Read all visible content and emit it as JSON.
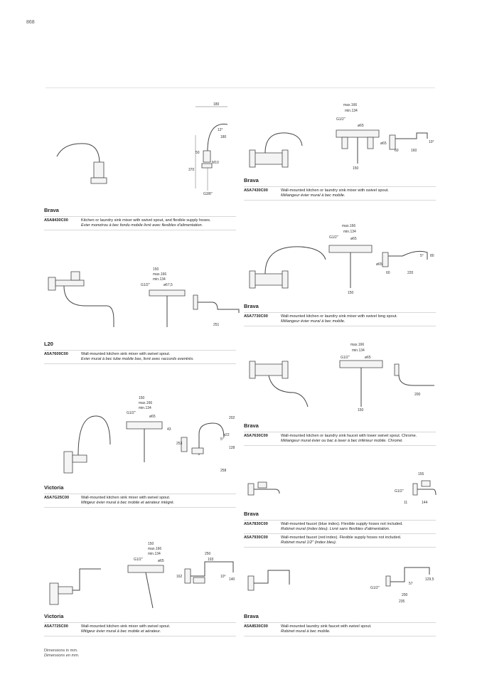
{
  "page_number": "868",
  "products": [
    {
      "series": "Brava",
      "items": [
        {
          "code": "A5A8430C00",
          "en": "Kitchen or laundry sink mixer with swivel spout, and flexible supply hoses.",
          "fr": "Evier monotrou à bec fondu mobile livré avec flexibles d'alimentation."
        }
      ],
      "dims": [
        "180",
        "12°",
        "180",
        "50",
        "M10",
        "370",
        "G3/8\""
      ]
    },
    {
      "series": "Brava",
      "items": [
        {
          "code": "A5A7430C00",
          "en": "Wall-mounted kitchen or laundry sink mixer with swivel spout.",
          "fr": "Mélangeur évier mural  à bec mobile."
        }
      ],
      "dims": [
        "max.166",
        "min.134",
        "G1/2\"",
        "ø65",
        "ø65",
        "60",
        "160",
        "10°",
        "150"
      ]
    },
    {
      "series": "L20",
      "items": [
        {
          "code": "A5A7609C00",
          "en": "Wall-mounted kitchen sink mixer with swivel spout.",
          "fr": "Evier mural à bec tube mobile bas, livré avec raccords exentrés."
        }
      ],
      "dims": [
        "150",
        "max.166",
        "min.134",
        "G1/2\"",
        "ø67,5",
        "251"
      ]
    },
    {
      "series": "Brava",
      "items": [
        {
          "code": "A5A7730C00",
          "en": "Wall-mounted kitchen or laundry sink mixer with swivel long spout.",
          "fr": "Mélangeur évier mural à bec mobile."
        }
      ],
      "dims": [
        "max.166",
        "min.134",
        "G1/2\"",
        "ø65",
        "5°",
        "80",
        "ø65",
        "60",
        "220",
        "150"
      ]
    },
    {
      "series": "Brava",
      "items": [
        {
          "code": "A5A7630C00",
          "en": "Wall-mounted kitchen or laundry sink faucet with lower swivel spout. Chrome.",
          "fr": "Mélangeur mural évier ou bac à laver à bec inférieur mobile. Chromé."
        }
      ],
      "dims": [
        "max.166",
        "min.134",
        "G1/2\"",
        "ø65",
        "200",
        "150"
      ]
    },
    {
      "series": "Victoria",
      "items": [
        {
          "code": "A5A7G25C00",
          "en": "Wall-mounted kitchen sink mixer with swivel spout.",
          "fr": "Mitigeur évier mural à bec mobile  et aérateur intégré."
        }
      ],
      "dims": [
        "150",
        "max.166",
        "min.134",
        "G1/2\"",
        "ø65",
        "43",
        "202",
        "ø22",
        "253",
        "5°",
        "128",
        "258"
      ]
    },
    {
      "series": "Brava",
      "items": [
        {
          "code": "A5A7830C00",
          "en": "Wall-mounted faucet (blue index). Flexible supply hoses not included.",
          "fr": "Robinet mural (index bleu). Livré sans flexibles d'alimentation."
        },
        {
          "code": "A5A7930C00",
          "en": "Wall-mounted faucet (red index). Flexible supply hoses not included.",
          "fr": "Robinet mural 1/2\" (index bleu)."
        }
      ],
      "dims": [
        "155",
        "G1/2\"",
        "11",
        "144"
      ]
    },
    {
      "series": "Victoria",
      "items": [
        {
          "code": "A5A7725C00",
          "en": "Wall-mounted kitchen sink mixer with swivel spout.",
          "fr": "Mitigeur évier mural à bec mobile  et aérateur."
        }
      ],
      "dims": [
        "150",
        "max.166",
        "min.134",
        "G1/2\"",
        "ø65",
        "250",
        "193",
        "162",
        "10°",
        "140"
      ]
    },
    {
      "series": "Brava",
      "items": [
        {
          "code": "A5A8530C00",
          "en": "Wall-mounted laundry sink faucet with swivel spout.",
          "fr": "Robinet mural à bec mobile."
        }
      ],
      "dims": [
        "129,5",
        "57",
        "G1/2\"",
        "200",
        "235"
      ]
    }
  ],
  "footer": {
    "en": "Dimensions in mm.",
    "fr": "Dimensions en mm."
  }
}
